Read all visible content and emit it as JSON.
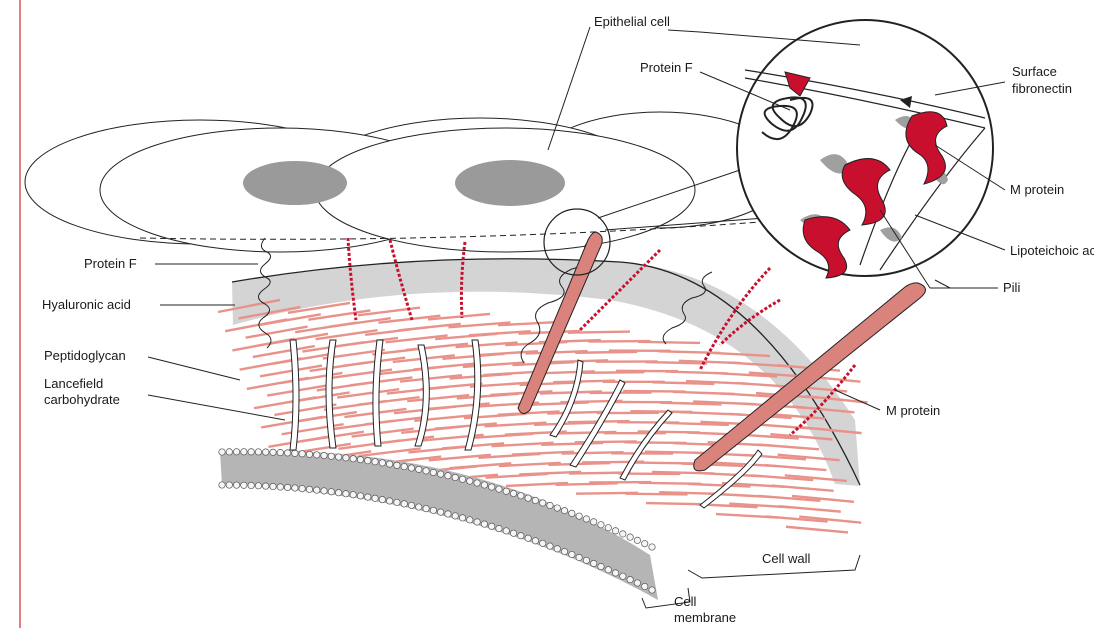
{
  "labels": {
    "epithelial_cell": "Epithelial cell",
    "protein_f_top": "Protein F",
    "surface_fibronectin_line1": "Surface",
    "surface_fibronectin_line2": "fibronectin",
    "m_protein_inset": "M protein",
    "lipoteichoic_acid": "Lipoteichoic acid",
    "pili": "Pili",
    "protein_f_left": "Protein F",
    "hyaluronic_acid": "Hyaluronic acid",
    "peptidoglycan": "Peptidoglycan",
    "lancefield_line1": "Lancefield",
    "lancefield_line2": "carbohydrate",
    "m_protein_right": "M protein",
    "cell_wall": "Cell wall",
    "cell_membrane_line1": "Cell",
    "cell_membrane_line2": "membrane"
  },
  "colors": {
    "peptidoglycan": "#e8928a",
    "m_protein": "#c8102e",
    "pili": "#d9837c",
    "capsule": "#d4d4d4",
    "nucleus": "#9a9a9a",
    "membrane": "#a0a0a0",
    "margin_rule": "#e08080"
  }
}
